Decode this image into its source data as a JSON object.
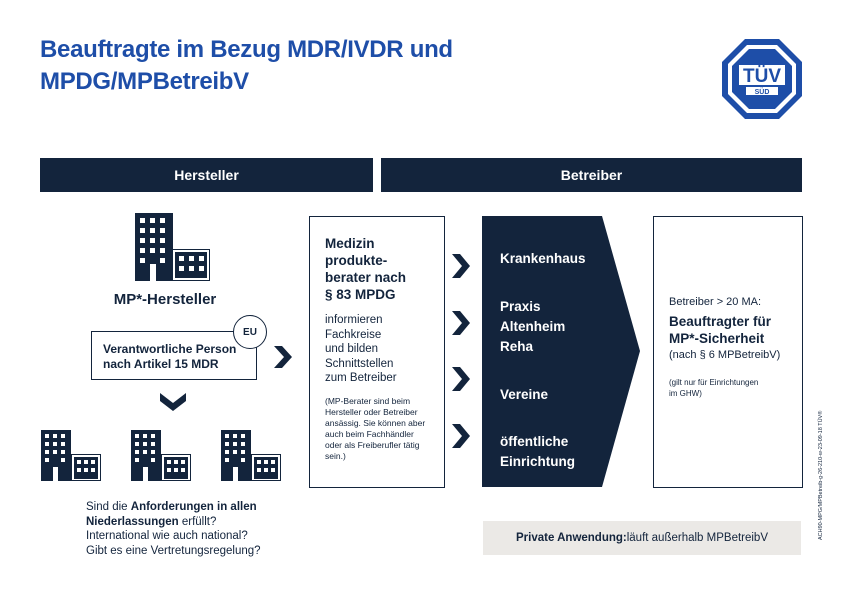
{
  "title": {
    "line1": "Beauftragte im Bezug MDR/IVDR und",
    "line2": "MPDG/MPBetreibV"
  },
  "logo": {
    "top": "TÜV",
    "bottom": "SÜD",
    "icon": "tuev-sued-logo-icon"
  },
  "headers": {
    "hersteller": "Hersteller",
    "betreiber": "Betreiber"
  },
  "hersteller": {
    "label": "MP*-Hersteller",
    "responsible_line1": "Verantwortliche Person",
    "responsible_line2": "nach Artikel 15 MDR",
    "eu_badge": "EU",
    "questions": {
      "q1_prefix": "Sind die ",
      "q1_bold1": "Anforderungen in allen",
      "q1_bold2": "Niederlassungen",
      "q1_suffix": " erfüllt?",
      "q2": "International wie auch national?",
      "q3": "Gibt es eine Vertretungsregelung?"
    }
  },
  "berater": {
    "title": [
      "Medizin",
      "produkte-",
      "berater nach",
      "§ 83 MPDG"
    ],
    "description": [
      "informieren",
      "Fachkreise",
      "und bilden",
      "Schnittstellen",
      "zum Betreiber"
    ],
    "note": [
      "(MP-Berater sind beim",
      "Hersteller oder Betreiber",
      "ansässig. Sie können aber",
      "auch beim Fachhändler",
      "oder als Freiberufler tätig",
      "sein.)"
    ]
  },
  "betreiber_types": [
    [
      "Krankenhaus"
    ],
    [
      "Praxis",
      "Altenheim",
      "Reha"
    ],
    [
      "Vereine"
    ],
    [
      "öffentliche",
      "Einrichtung"
    ]
  ],
  "sicherheit": {
    "pre": "Betreiber > 20 MA:",
    "title": [
      "Beauftragter für",
      "MP*-Sicherheit"
    ],
    "post": "(nach § 6 MPBetreibV)",
    "note": [
      "(gilt nur für Einrichtungen",
      "im GHW)"
    ]
  },
  "private": {
    "bold": "Private Anwendung:",
    "text": " läuft außerhalb MPBetreibV"
  },
  "side_code": "ACH90-MPG/MPBetreib-g-26-210-w-23-09-18     TÜV®",
  "colors": {
    "navy": "#13243c",
    "title_blue": "#1e4ea8",
    "grey_box": "#ebe9e6"
  }
}
